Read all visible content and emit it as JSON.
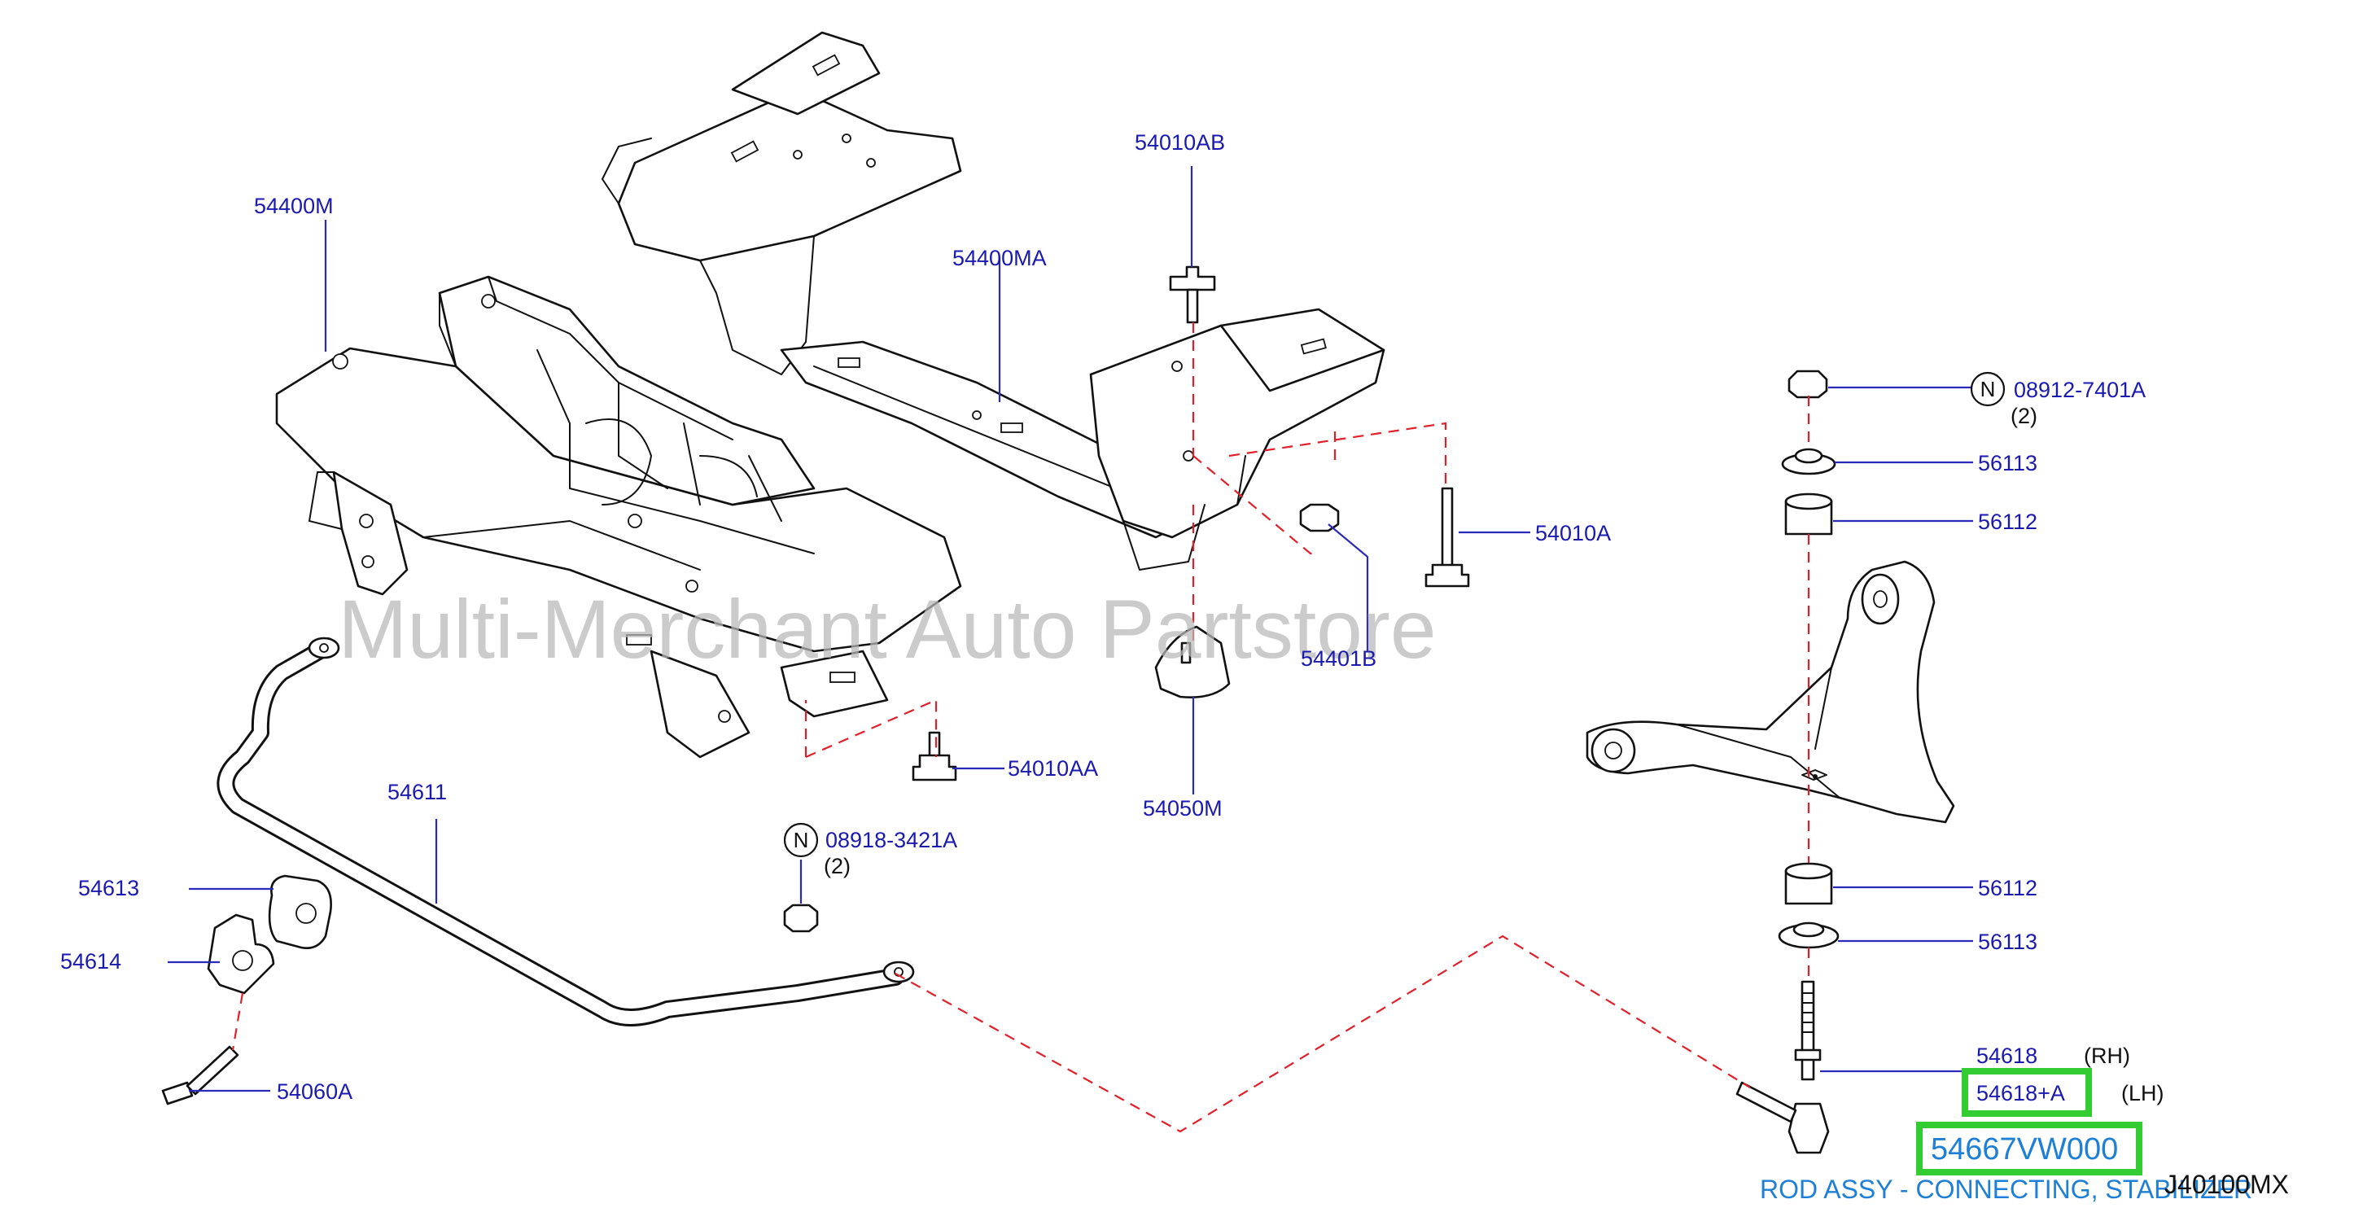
{
  "watermark": "Multi-Merchant Auto Partstore",
  "diagram_code": "J40100MX",
  "highlight": {
    "part_number": "54667VW000",
    "description": "ROD ASSY - CONNECTING, STABILIZER"
  },
  "callouts": {
    "p54400M": "54400M",
    "p54400MA": "54400MA",
    "p54010AB": "54010AB",
    "p54010A": "54010A",
    "p54401B": "54401B",
    "p54010AA": "54010AA",
    "p54050M": "54050M",
    "p54611": "54611",
    "p54613": "54613",
    "p54614": "54614",
    "p54060A": "54060A",
    "p08918": "08918-3421A",
    "p08918_qty": "(2)",
    "p08912": "08912-7401A",
    "p08912_qty": "(2)",
    "p56113_top": "56113",
    "p56112_top": "56112",
    "p56112_bottom": "56112",
    "p56113_bottom": "56113",
    "p54618": "54618",
    "p54618_side": "(RH)",
    "p54618A": "54618+A",
    "p54618A_side": "(LH)"
  },
  "badges": {
    "nut_symbol": "N"
  },
  "colors": {
    "callout_text": "#1a1ab0",
    "leader": "#2a2ab8",
    "dashed_guide": "#e0202a",
    "highlight_box": "#33cc33",
    "highlight_text": "#1e7fd6"
  }
}
